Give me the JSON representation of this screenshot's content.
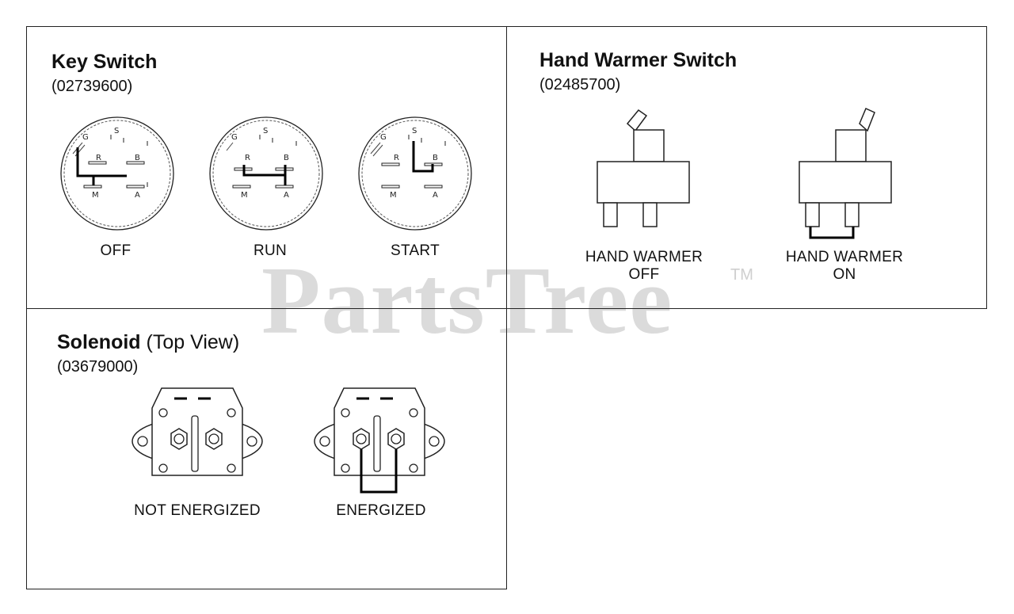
{
  "watermark": {
    "brand": "PartsTree",
    "tm": "TM"
  },
  "key_switch": {
    "title": "Key Switch",
    "part_number": "(02739600)",
    "terminals": {
      "g": "G",
      "s": "S",
      "r": "R",
      "b": "B",
      "m": "M",
      "a": "A"
    },
    "positions": [
      "OFF",
      "RUN",
      "START"
    ]
  },
  "hand_warmer_switch": {
    "title": "Hand Warmer Switch",
    "part_number": "(02485700)",
    "states": [
      {
        "line1": "HAND WARMER",
        "line2": "OFF"
      },
      {
        "line1": "HAND WARMER",
        "line2": "ON"
      }
    ]
  },
  "solenoid": {
    "title": "Solenoid",
    "title_suffix": "(Top View)",
    "part_number": "(03679000)",
    "states": [
      "NOT ENERGIZED",
      "ENERGIZED"
    ]
  }
}
